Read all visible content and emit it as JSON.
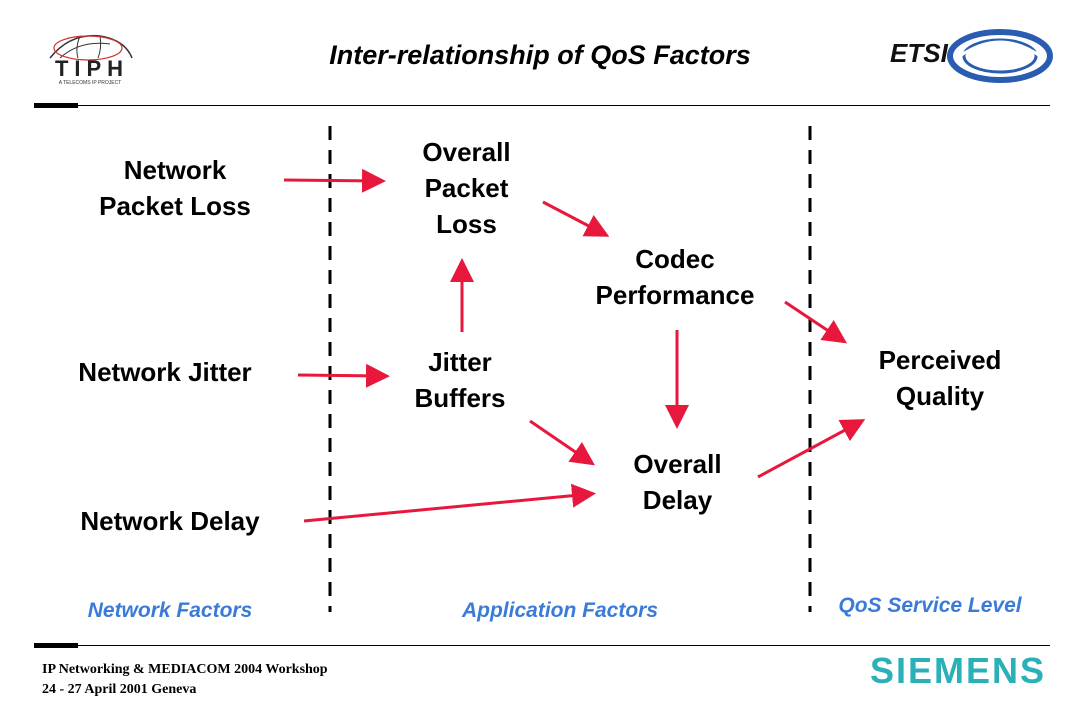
{
  "header": {
    "title": "Inter-relationship of QoS Factors",
    "tiph_logo_text": "TIPH",
    "tiph_logo_tagline": "A TELECOMS IP PROJECT",
    "etsi_logo_text": "ETSI"
  },
  "diagram": {
    "nodes": {
      "network_packet_loss": "Network\nPacket Loss",
      "network_jitter": "Network Jitter",
      "network_delay": "Network Delay",
      "overall_packet_loss": "Overall\nPacket\nLoss",
      "jitter_buffers": "Jitter\nBuffers",
      "codec_performance": "Codec\nPerformance",
      "overall_delay": "Overall\nDelay",
      "perceived_quality": "Perceived\nQuality"
    },
    "zones": {
      "network": "Network Factors",
      "application": "Application  Factors",
      "service": "QoS Service Level"
    },
    "colors": {
      "arrow": "#e8173c",
      "zone_label": "#3b7bd8",
      "siemens": "#2ab0b8"
    }
  },
  "footer": {
    "line1": "IP Networking & MEDIACOM 2004 Workshop",
    "line2": "24 - 27 April  2001 Geneva",
    "brand": "SIEMENS"
  }
}
